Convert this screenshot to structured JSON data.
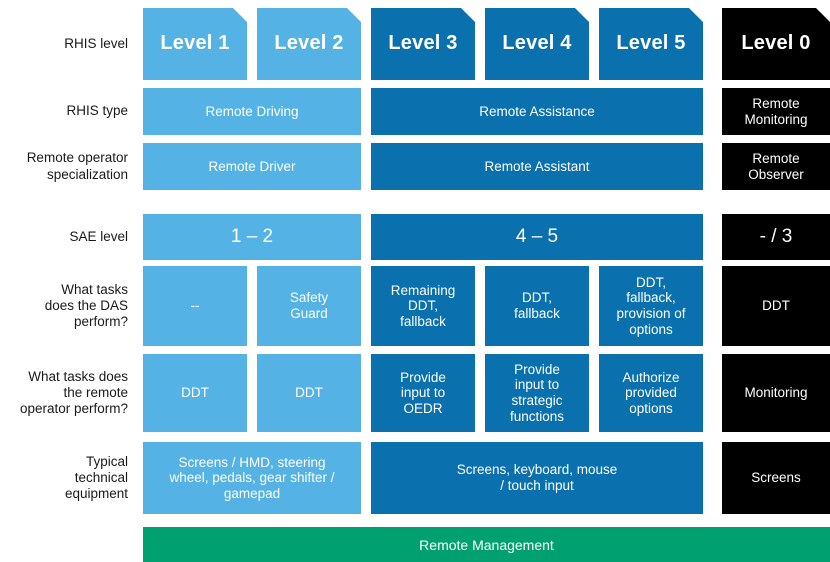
{
  "figure": {
    "title": "RHIS level / remote operation capability matrix",
    "colors": {
      "light_blue": "#55b2e4",
      "dark_blue": "#0a70ae",
      "black": "#000000",
      "green": "#00a070",
      "text_on_fill": "#ffffff",
      "label_text": "#1a1a1a"
    }
  },
  "row_labels": {
    "rhis_level": "RHIS level",
    "rhis_type": "RHIS type",
    "remote_operator_specialization": "Remote operator\nspecialization",
    "sae_level": "SAE level",
    "das_tasks": "What tasks\ndoes the DAS\nperform?",
    "operator_tasks": "What tasks does\nthe remote\noperator perform?",
    "equipment": "Typical\ntechnical\nequipment"
  },
  "headers": {
    "level_1": "Level 1",
    "level_2": "Level 2",
    "level_3": "Level 3",
    "level_4": "Level 4",
    "level_5": "Level 5",
    "level_0": "Level 0"
  },
  "rhis_type": {
    "remote_driving": "Remote Driving",
    "remote_assistance": "Remote Assistance",
    "remote_monitoring": "Remote\nMonitoring"
  },
  "specialization": {
    "remote_driver": "Remote Driver",
    "remote_assistant": "Remote Assistant",
    "remote_observer": "Remote\nObserver"
  },
  "sae_level": {
    "driving": "1 – 2",
    "assistance": "4 – 5",
    "monitoring": "- / 3"
  },
  "das_tasks": {
    "level_1": "--",
    "level_2": "Safety\nGuard",
    "level_3": "Remaining\nDDT,\nfallback",
    "level_4": "DDT,\nfallback",
    "level_5": "DDT,\nfallback,\nprovision of\noptions",
    "level_0": "DDT"
  },
  "operator_tasks": {
    "level_1": "DDT",
    "level_2": "DDT",
    "level_3": "Provide\ninput to\nOEDR",
    "level_4": "Provide\ninput to\nstrategic\nfunctions",
    "level_5": "Authorize\nprovided\noptions",
    "level_0": "Monitoring"
  },
  "equipment": {
    "driving": "Screens / HMD, steering\nwheel, pedals, gear shifter /\ngamepad",
    "assistance": "Screens, keyboard, mouse\n/ touch input",
    "monitoring": "Screens"
  },
  "footer": {
    "remote_management": "Remote Management"
  }
}
